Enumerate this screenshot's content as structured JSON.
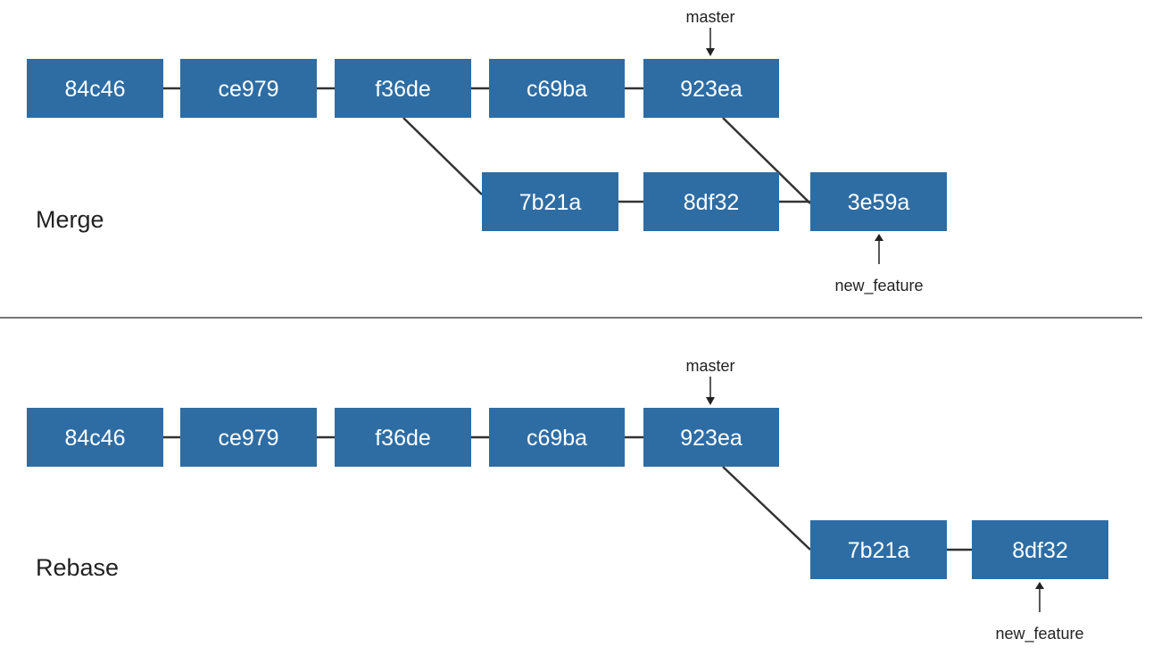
{
  "merge": {
    "title": "Merge",
    "commits": {
      "c1": "84c46",
      "c2": "ce979",
      "c3": "f36de",
      "c4": "c69ba",
      "c5": "923ea",
      "f1": "7b21a",
      "f2": "8df32",
      "m": "3e59a"
    },
    "master_label": "master",
    "feature_label": "new_feature"
  },
  "rebase": {
    "title": "Rebase",
    "commits": {
      "c1": "84c46",
      "c2": "ce979",
      "c3": "f36de",
      "c4": "c69ba",
      "c5": "923ea",
      "f1": "7b21a",
      "f2": "8df32"
    },
    "master_label": "master",
    "feature_label": "new_feature"
  },
  "colors": {
    "commit_fill": "#2e6da4",
    "commit_text": "#ffffff",
    "line": "#333333"
  }
}
